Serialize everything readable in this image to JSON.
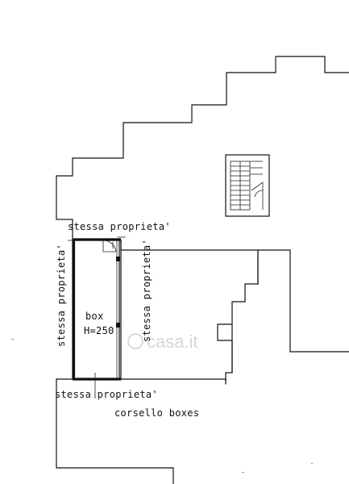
{
  "labels": {
    "top": "stessa proprieta'",
    "left": "stessa proprieta'",
    "right": "stessa proprieta'",
    "bottom": "stessa proprieta'",
    "box": "box",
    "height": "H=250",
    "corridor": "corsello boxes"
  },
  "watermark": "casa.it"
}
